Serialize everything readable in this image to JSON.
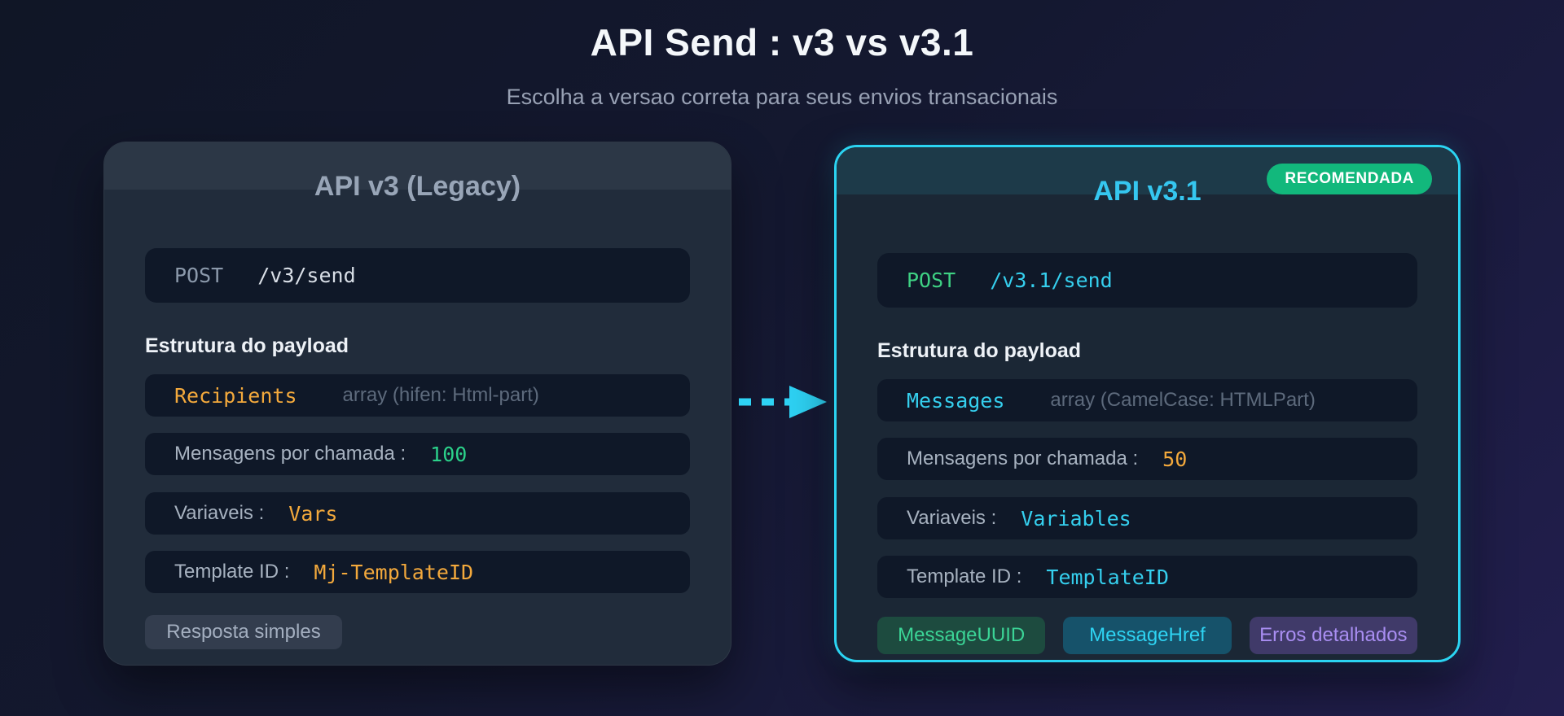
{
  "header": {
    "title": "API Send : v3 vs v3.1",
    "subtitle": "Escolha a versao correta para seus envios transacionais"
  },
  "cards": {
    "legacy": {
      "title": "API v3 (Legacy)",
      "endpoint": {
        "method": "POST",
        "method_color": "#8b99ab",
        "path": "/v3/send",
        "path_color": "#d9dfe7"
      },
      "section_label": "Estrutura do payload",
      "row_key": {
        "name": "Recipients",
        "name_color": "#f3a93c",
        "desc": "array (hifen: Html-part)"
      },
      "rows": [
        {
          "label": "Mensagens por chamada :",
          "value": "100",
          "value_color": "#2bd18a"
        },
        {
          "label": "Variaveis :",
          "value": "Vars",
          "value_color": "#f3a93c"
        },
        {
          "label": "Template ID :",
          "value": "Mj-TemplateID",
          "value_color": "#f3a93c"
        }
      ],
      "footer_badge": {
        "label": "Resposta simples",
        "bg": "#333d4e",
        "fg": "#a4afc0"
      }
    },
    "v31": {
      "title": "API v3.1",
      "title_color": "#35c7f0",
      "recommended_badge": {
        "label": "RECOMENDADA",
        "bg": "#12b87c",
        "fg": "#ffffff"
      },
      "endpoint": {
        "method": "POST",
        "method_color": "#3ed183",
        "path": "/v3.1/send",
        "path_color": "#35cfee"
      },
      "section_label": "Estrutura do payload",
      "row_key": {
        "name": "Messages",
        "name_color": "#35cfee",
        "desc": "array (CamelCase: HTMLPart)"
      },
      "rows": [
        {
          "label": "Mensagens por chamada :",
          "value": "50",
          "value_color": "#f3a93c"
        },
        {
          "label": "Variaveis :",
          "value": "Variables",
          "value_color": "#35cfee"
        },
        {
          "label": "Template ID :",
          "value": "TemplateID",
          "value_color": "#35cfee"
        }
      ],
      "footer_badges": [
        {
          "label": "MessageUUID",
          "bg": "#1d4b3f",
          "fg": "#3bd496"
        },
        {
          "label": "MessageHref",
          "bg": "#16526a",
          "fg": "#2ed3f2"
        },
        {
          "label": "Erros detalhados",
          "bg": "#403a69",
          "fg": "#a98ef2"
        }
      ]
    }
  },
  "colors": {
    "arrow": "#2ed3f5",
    "accent_cyan": "#2bd4f2",
    "accent_green": "#12b87c",
    "accent_orange": "#f3a93c"
  }
}
